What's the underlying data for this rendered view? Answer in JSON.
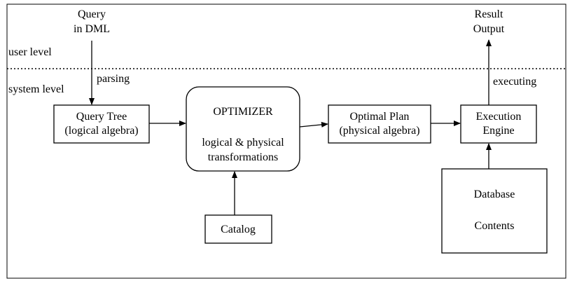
{
  "levels": {
    "user": "user level",
    "system": "system level"
  },
  "input": {
    "line1": "Query",
    "line2": "in DML",
    "edge_label": "parsing"
  },
  "output": {
    "line1": "Result",
    "line2": "Output",
    "edge_label": "executing"
  },
  "nodes": {
    "query_tree": {
      "line1": "Query Tree",
      "line2": "(logical algebra)"
    },
    "optimizer": {
      "title": "OPTIMIZER",
      "line1": "logical & physical",
      "line2": "transformations"
    },
    "optimal_plan": {
      "line1": "Optimal Plan",
      "line2": "(physical algebra)"
    },
    "execution_engine": {
      "line1": "Execution",
      "line2": "Engine"
    },
    "catalog": {
      "label": "Catalog"
    },
    "database": {
      "line1": "Database",
      "line2": "Contents"
    }
  }
}
